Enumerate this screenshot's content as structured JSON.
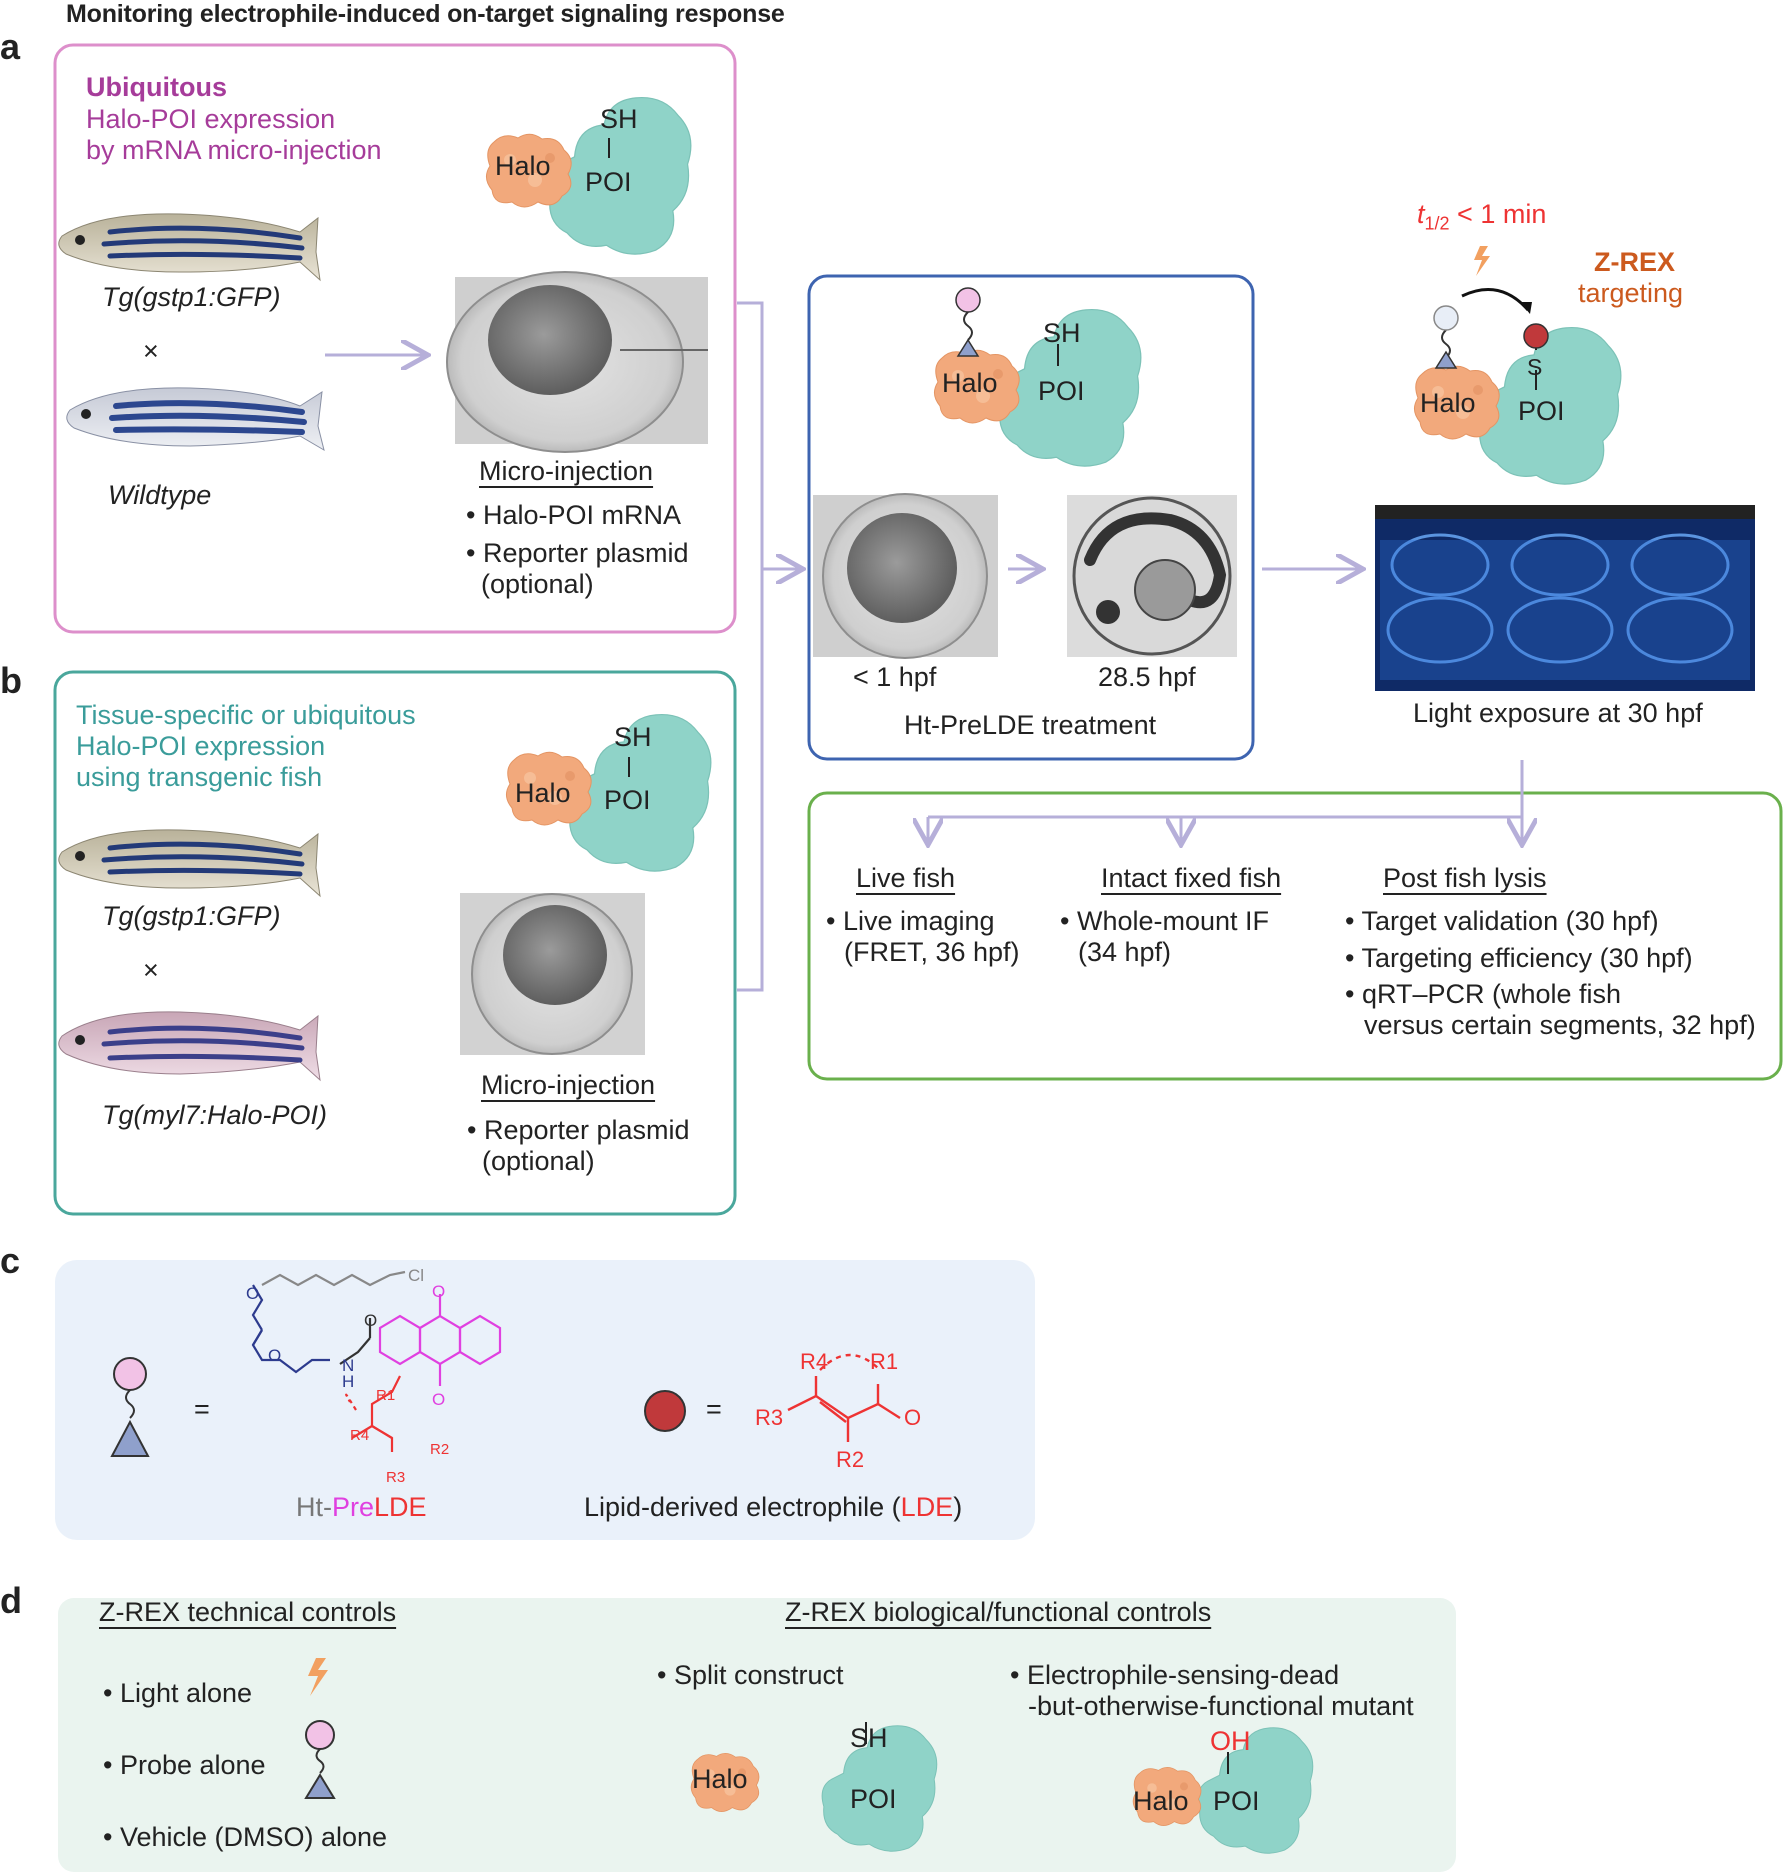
{
  "figure_title": "Monitoring electrophile-induced on-target signaling response",
  "panel_labels": {
    "a": "a",
    "b": "b",
    "c": "c",
    "d": "d"
  },
  "panel_a": {
    "heading_bold": "Ubiquitous",
    "heading_line2": "Halo-POI expression",
    "heading_line3": "by mRNA micro-injection",
    "fish1_label": "Tg(gstp1:GFP)",
    "cross": "×",
    "fish2_label": "Wildtype",
    "halo": "Halo",
    "poi": "POI",
    "sh": "SH",
    "microinjection_title": "Micro-injection",
    "bullets": [
      "• Halo-POI mRNA",
      "• Reporter plasmid",
      "(optional)"
    ]
  },
  "panel_b": {
    "heading_line1": "Tissue-specific or ubiquitous",
    "heading_line2": "Halo-POI expression",
    "heading_line3": "using transgenic fish",
    "fish1_label": "Tg(gstp1:GFP)",
    "cross": "×",
    "fish2_label": "Tg(myl7:Halo-POI)",
    "halo": "Halo",
    "poi": "POI",
    "sh": "SH",
    "microinjection_title": "Micro-injection",
    "bullets": [
      "• Reporter plasmid",
      "(optional)"
    ]
  },
  "treatment": {
    "halo": "Halo",
    "poi": "POI",
    "sh": "SH",
    "label_1hpf": "< 1 hpf",
    "label_285hpf": "28.5 hpf",
    "caption": "Ht-PreLDE treatment"
  },
  "zrex": {
    "t_half": "t",
    "t_half_sub": "1/2",
    "t_half_value": " < 1 min",
    "title_bold": "Z-REX",
    "title_sub": "targeting",
    "halo": "Halo",
    "poi": "POI",
    "s": "S",
    "light_caption": "Light exposure at 30 hpf"
  },
  "readouts": {
    "live_title": "Live fish",
    "live_bullets": [
      "• Live imaging",
      "(FRET, 36 hpf)"
    ],
    "fixed_title": "Intact fixed fish",
    "fixed_bullets": [
      "• Whole-mount IF",
      "(34 hpf)"
    ],
    "lysis_title": "Post fish lysis",
    "lysis_bullets": [
      "• Target validation (30 hpf)",
      "• Targeting efficiency (30 hpf)",
      "• qRT–PCR (whole fish",
      "versus certain segments, 32 hpf)"
    ]
  },
  "panel_c": {
    "equals": "=",
    "ht_prefix": "Ht-",
    "ht_pre": "Pre",
    "ht_lde": "LDE",
    "lde_caption_prefix": "Lipid-derived electrophile (",
    "lde_caption_lde": "LDE",
    "lde_caption_suffix": ")",
    "atoms": {
      "o": "O",
      "n": "N",
      "h": "H",
      "cl": "Cl",
      "r1": "R1",
      "r2": "R2",
      "r3": "R3",
      "r4": "R4"
    }
  },
  "panel_d": {
    "tech_title": "Z-REX  technical controls",
    "tech_items": [
      "• Light alone",
      "• Probe alone",
      "• Vehicle (DMSO) alone"
    ],
    "bio_title": "Z-REX  biological/functional controls",
    "split": "• Split construct",
    "mutant_line1": "• Electrophile-sensing-dead",
    "mutant_line2": "-but-otherwise-functional mutant",
    "halo": "Halo",
    "poi": "POI",
    "sh": "SH",
    "oh": "OH"
  },
  "colors": {
    "panel_a_border": "#dd8fcb",
    "panel_b_border": "#4aa79c",
    "treatment_border": "#3e64b0",
    "readout_border": "#6ab04c",
    "arrow": "#b6afd9",
    "halo_fill": "#f2a97c",
    "poi_fill": "#8fd3c8",
    "probe_ball": "#f2c2e6",
    "electrophile": "#c0393b",
    "light_blue": "#2f6fd8",
    "panel_c_bg": "#eaf1fa",
    "panel_d_bg": "#eaf4ef"
  }
}
